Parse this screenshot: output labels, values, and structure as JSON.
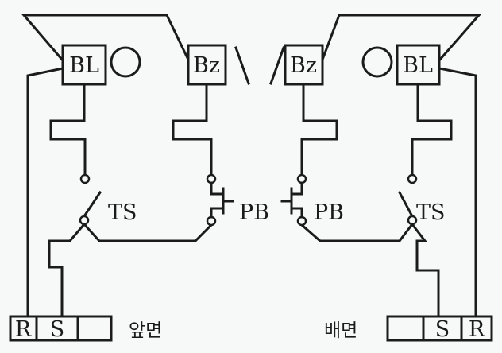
{
  "colors": {
    "ink": "#1b1b1b",
    "paper": "#f7f8f8"
  },
  "front": {
    "bell_label": "BL",
    "buzzer_label": "Bz",
    "toggle_switch_label": "TS",
    "push_button_label": "PB",
    "terminal_r": "R",
    "terminal_s": "S",
    "terminal_blank": "",
    "caption": "앞면"
  },
  "back": {
    "bell_label": "BL",
    "buzzer_label": "Bz",
    "toggle_switch_label": "TS",
    "push_button_label": "PB",
    "terminal_r": "R",
    "terminal_s": "S",
    "terminal_blank": "",
    "caption": "배면"
  }
}
